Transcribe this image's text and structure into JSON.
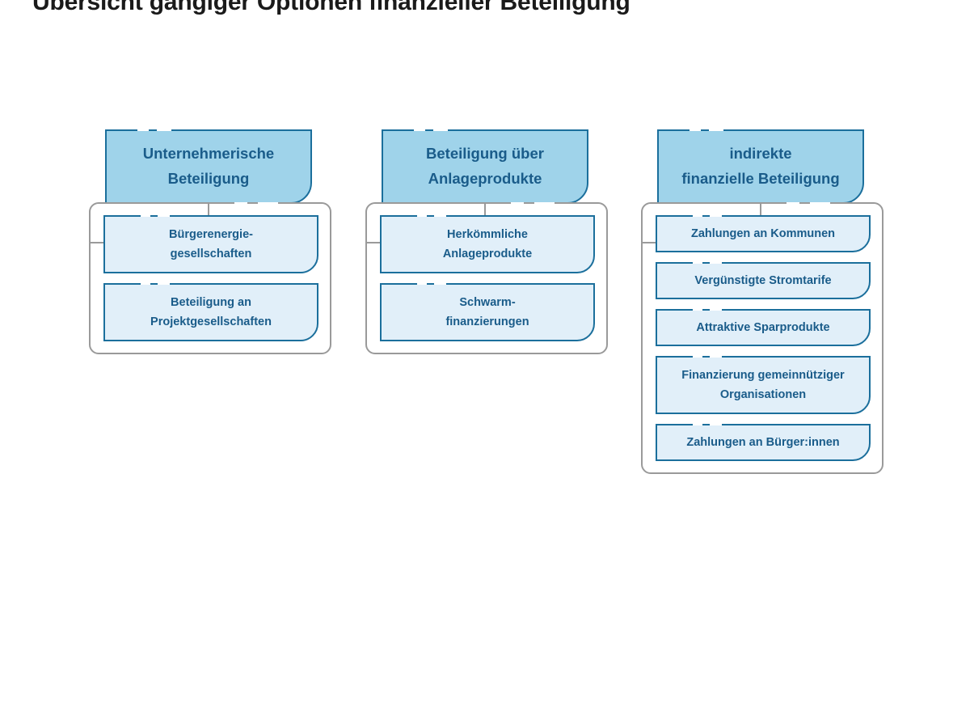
{
  "title": "Übersicht gängiger Optionen finanzieller Beteiligung",
  "colors": {
    "header_fill": "#9fd3ea",
    "header_border": "#1b6f9c",
    "item_fill": "#e1eff9",
    "item_border": "#1b6f9c",
    "group_border": "#9a9a9a",
    "text": "#1a5c8a",
    "title_text": "#1a1a1a",
    "background": "#ffffff"
  },
  "columns": [
    {
      "header": "Unternehmerische\nBeteiligung",
      "items": [
        {
          "label": "Bürgerenergie-\ngesellschaften",
          "lines": 2
        },
        {
          "label": "Beteiligung an\nProjektgesellschaften",
          "lines": 2
        }
      ]
    },
    {
      "header": "Beteiligung über\nAnlageprodukte",
      "items": [
        {
          "label": "Herkömmliche\nAnlageprodukte",
          "lines": 2
        },
        {
          "label": "Schwarm-\nfinanzierungen",
          "lines": 2
        }
      ]
    },
    {
      "header": "indirekte\nfinanzielle Beteiligung",
      "items": [
        {
          "label": "Zahlungen an Kommunen",
          "lines": 1
        },
        {
          "label": "Vergünstigte Stromtarife",
          "lines": 1
        },
        {
          "label": "Attraktive Sparprodukte",
          "lines": 1
        },
        {
          "label": "Finanzierung gemeinnütziger\nOrganisationen",
          "lines": 2
        },
        {
          "label": "Zahlungen an Bürger:innen",
          "lines": 1
        }
      ]
    }
  ]
}
